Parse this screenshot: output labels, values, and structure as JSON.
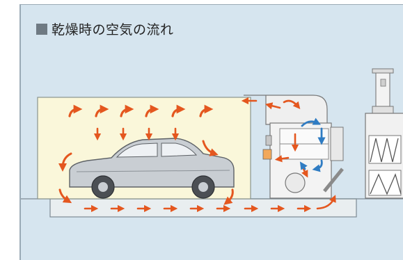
{
  "title": "乾燥時の空気の流れ",
  "colors": {
    "panel_background": "#d6e5ef",
    "booth_fill": "#faf7da",
    "airflow_arrow": "#e4571f",
    "recirculation_arrow": "#2f7cc3",
    "equipment": "#f4f4f4"
  },
  "diagram": {
    "components": [
      "paint-booth",
      "sedan-car",
      "heater-unit",
      "exhaust-stack",
      "filter-unit"
    ],
    "flow_directions": [
      "down-from-ceiling",
      "along-floor-to-heater",
      "up-through-heater",
      "back-to-ceiling"
    ]
  }
}
